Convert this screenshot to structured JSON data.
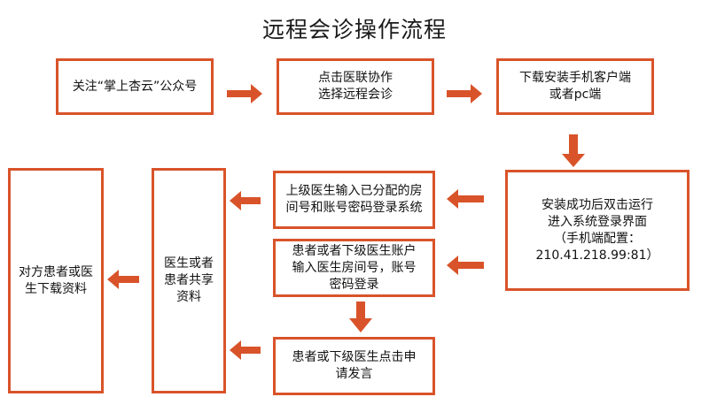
{
  "title": "远程会诊操作流程",
  "colors": {
    "accent": "#d9532a"
  },
  "steps": {
    "follow": "关注“掌上杏云”公众号",
    "click_select": "点击医联协作\n选择远程会诊",
    "download": "下载安装手机客户端\n或者pc端",
    "install_run": "安装成功后双击运行\n进入系统登录界面\n（手机端配置：\n210.41.218.99:81）",
    "upper_doctor_login": "上级医生输入已分配的房\n间号和账号密码登录系统",
    "patient_login": "患者或者下级医生账户\n输入医生房间号，账号\n密码登录",
    "apply_speak": "患者或下级医生点击申\n请发言",
    "share": "医生或者\n患者共享\n资料",
    "download_data": "对方患者或医\n生下载资料"
  }
}
